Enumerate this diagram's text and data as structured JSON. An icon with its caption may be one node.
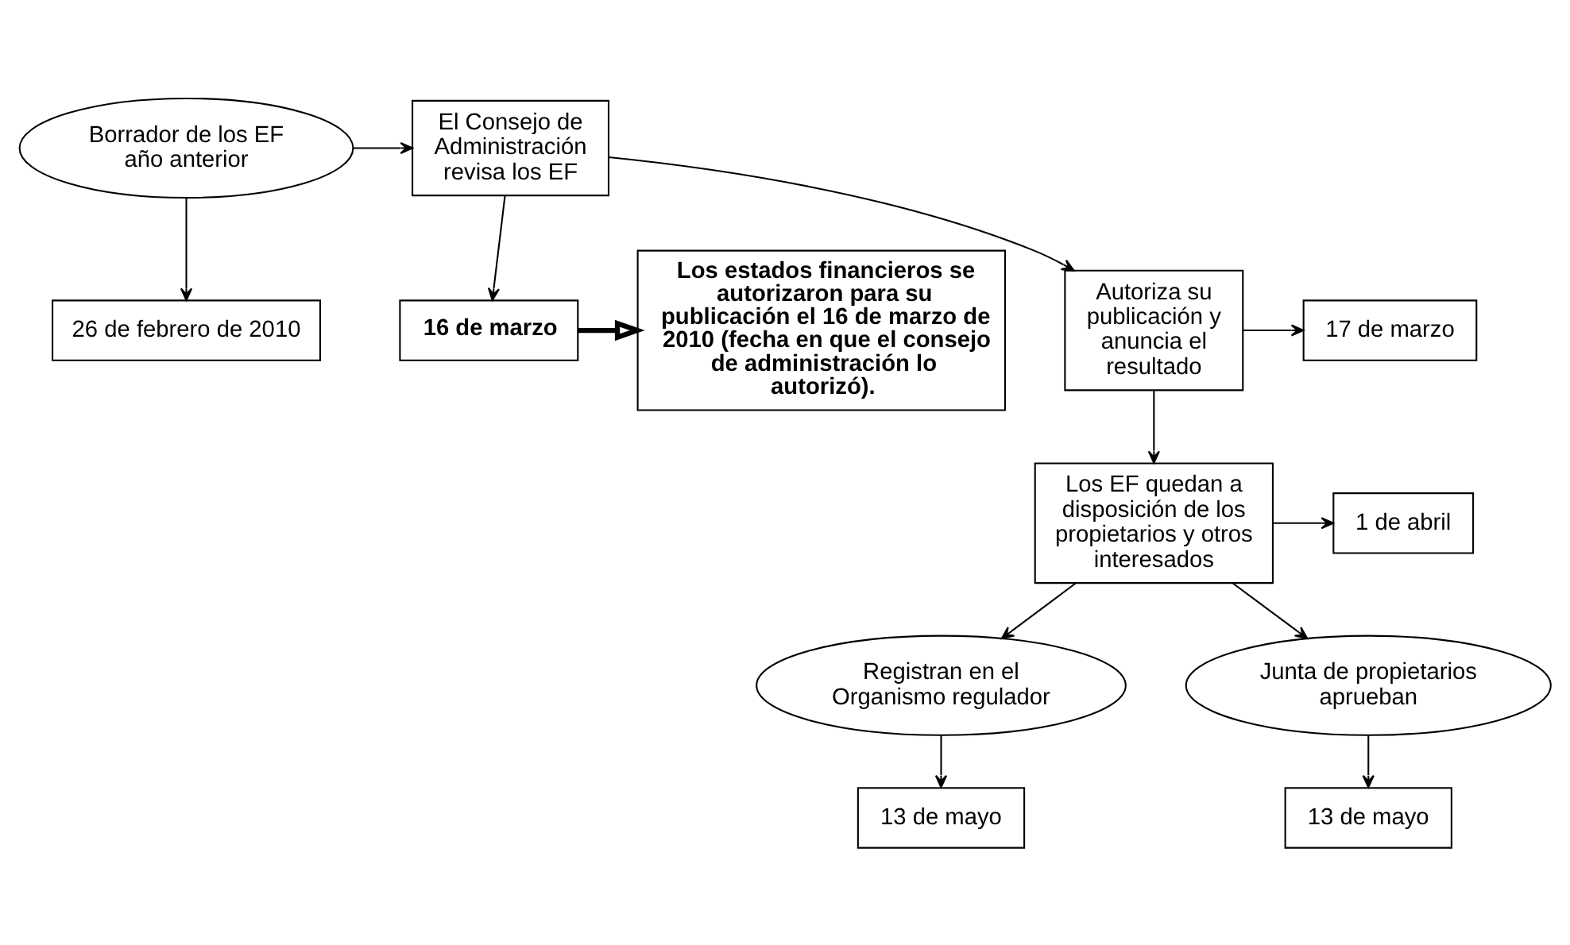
{
  "diagram": {
    "nodes": [
      {
        "text": [
          "26 de febrero de 2010"
        ]
      },
      {
        "text": [
          "16 de marzo"
        ]
      },
      {
        "text": [
          "Los estados financieros se autorizaron para su publicación el 16 de marzo de 2010 (fecha en que el consejo de administración lo autorizó)."
        ]
      },
      {
        "text": [
          "Borrador de los EF año anterior"
        ]
      },
      {
        "text": [
          "El Consejo de Administración revisa los EF"
        ]
      },
      {
        "text": [
          "Autoriza su publicación y anuncia el resultado"
        ]
      },
      {
        "text": [
          "17 de marzo"
        ]
      },
      {
        "text": [
          "Los EF quedan a disposición de los propietarios y otros interesados"
        ]
      },
      {
        "text": [
          "1 de abril"
        ]
      },
      {
        "text": [
          "13 de mayo"
        ]
      },
      {
        "text": [
          "13 de mayo"
        ]
      },
      {
        "text": [
          "Registran en el Organismo regulador"
        ]
      },
      {
        "text": [
          "Junta de propietarios aprueban"
        ]
      }
    ],
    "edges": [
      {
        "from": 3,
        "to": 0,
        "arrow": "to"
      },
      {
        "from": 3,
        "to": 4,
        "arrow": "to"
      },
      {
        "from": 4,
        "to": 1,
        "arrow": "to"
      },
      {
        "from": 1,
        "to": 2,
        "arrow": "to",
        "style": "thick"
      },
      {
        "from": 4,
        "to": 5,
        "arrow": "to"
      },
      {
        "from": 5,
        "to": 6,
        "arrow": "to"
      },
      {
        "from": 5,
        "to": 7,
        "arrow": "to"
      },
      {
        "from": 7,
        "to": 8,
        "arrow": "to"
      },
      {
        "from": 7,
        "to": 11,
        "arrow": "to"
      },
      {
        "from": 7,
        "to": 12,
        "arrow": "to"
      },
      {
        "from": 11,
        "to": 9,
        "arrow": "to"
      },
      {
        "from": 12,
        "to": 10,
        "arrow": "to"
      }
    ]
  }
}
